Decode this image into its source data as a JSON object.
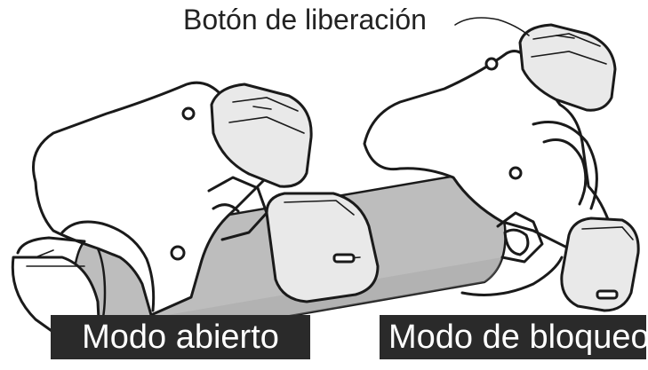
{
  "labels": {
    "release_button": "Botón de liberación",
    "open_mode": "Modo abierto",
    "lock_mode": "Modo de bloqueo"
  },
  "colors": {
    "label_background": "#2a2a2a",
    "label_text": "#ffffff",
    "tube_fill": "#bdbdbd",
    "line": "#1a1a1a"
  }
}
